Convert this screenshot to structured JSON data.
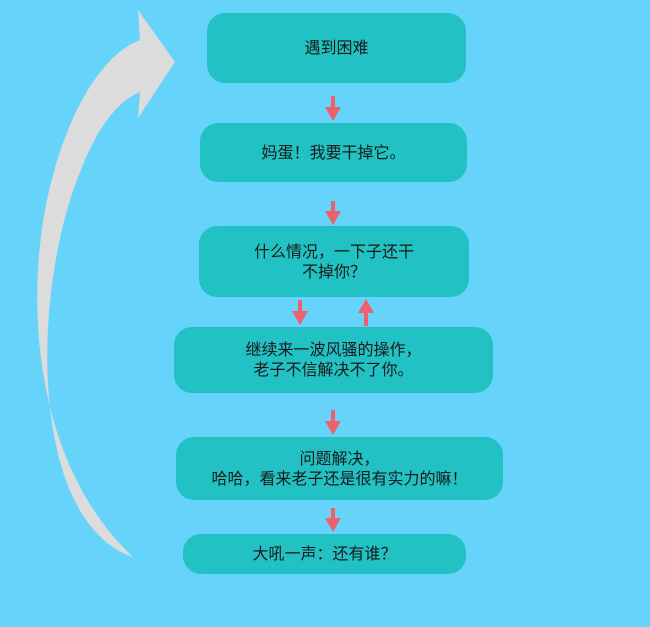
{
  "flow": {
    "steps": [
      {
        "lines": [
          "遇到困难"
        ]
      },
      {
        "lines": [
          "妈蛋！我要干掉它。"
        ]
      },
      {
        "lines": [
          "什么情况，一下子还干",
          "不掉你？"
        ]
      },
      {
        "lines": [
          "继续来一波风骚的操作，",
          "老子不信解决不了你。"
        ]
      },
      {
        "lines": [
          "问题解决，",
          "哈哈，看来老子还是很有实力的嘛！"
        ]
      },
      {
        "lines": [
          "大吼一声：还有谁？"
        ]
      }
    ]
  },
  "colors": {
    "background": "#66d3fb",
    "box": "#22c1c3",
    "arrow": "#f0606a",
    "loop_arrow": "#dcdcdc"
  }
}
